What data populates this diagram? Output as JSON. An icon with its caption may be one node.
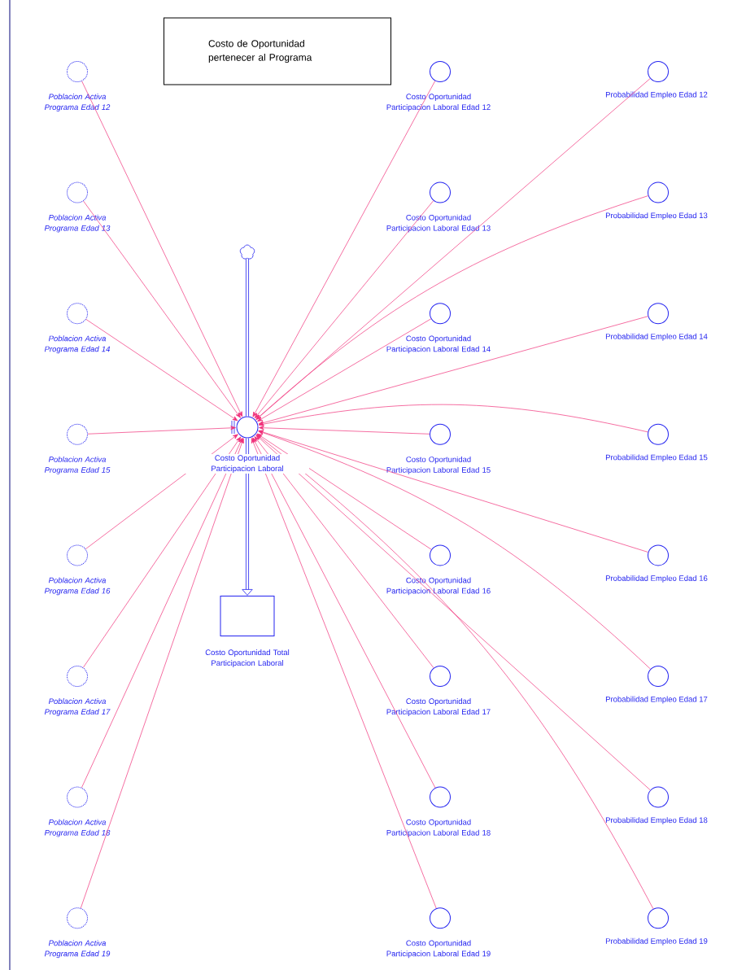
{
  "diagram": {
    "nodes": [
      {
        "text": [
          "Costo de Oportunidad pertenecer al Programa"
        ]
      },
      {
        "text": [],
        "shape": "cloud"
      },
      {
        "text": [
          "Costo Oportunidad Participacion Laboral"
        ]
      },
      {
        "text": [
          "Costo Oportunidad Total Participacion Laboral"
        ]
      },
      {
        "text": [
          "Poblacion Activa Programa Edad 12"
        ]
      },
      {
        "text": [
          "Poblacion Activa Programa Edad 13"
        ]
      },
      {
        "text": [
          "Poblacion Activa Programa Edad 14"
        ]
      },
      {
        "text": [
          "Poblacion Activa Programa Edad 15"
        ]
      },
      {
        "text": [
          "Poblacion Activa Programa Edad 16"
        ]
      },
      {
        "text": [
          "Poblacion Activa Programa Edad 17"
        ]
      },
      {
        "text": [
          "Poblacion Activa Programa Edad 18"
        ]
      },
      {
        "text": [
          "Poblacion Activa Programa Edad 19"
        ]
      },
      {
        "text": [
          "Costo Oportunidad Participacion Laboral Edad 12"
        ]
      },
      {
        "text": [
          "Costo Oportunidad Participacion Laboral Edad 13"
        ]
      },
      {
        "text": [
          "Costo Oportunidad Participacion Laboral Edad 14"
        ]
      },
      {
        "text": [
          "Costo Oportunidad Participacion Laboral Edad 15"
        ]
      },
      {
        "text": [
          "Costo Oportunidad Participacion Laboral Edad 16"
        ]
      },
      {
        "text": [
          "Costo Oportunidad Participacion Laboral Edad 17"
        ]
      },
      {
        "text": [
          "Costo Oportunidad Participacion Laboral Edad 18"
        ]
      },
      {
        "text": [
          "Costo Oportunidad Participacion Laboral Edad 19"
        ]
      },
      {
        "text": [
          "Probabilidad Empleo Edad 12"
        ]
      },
      {
        "text": [
          "Probabilidad Empleo Edad 13"
        ]
      },
      {
        "text": [
          "Probabilidad Empleo Edad 14"
        ]
      },
      {
        "text": [
          "Probabilidad Empleo Edad 15"
        ]
      },
      {
        "text": [
          "Probabilidad Empleo Edad 16"
        ]
      },
      {
        "text": [
          "Probabilidad Empleo Edad 17"
        ]
      },
      {
        "text": [
          "Probabilidad Empleo Edad 18"
        ]
      },
      {
        "text": [
          "Probabilidad Empleo Edad 19"
        ]
      }
    ],
    "edges": [
      {
        "from": 1,
        "to": 2,
        "arrow": "none",
        "style": "thick",
        "color": "#2424f0"
      },
      {
        "from": 2,
        "to": 3,
        "arrow": "to",
        "style": "thick",
        "color": "#2424f0"
      },
      {
        "from": 4,
        "to": 2,
        "arrow": "to"
      },
      {
        "from": 5,
        "to": 2,
        "arrow": "to"
      },
      {
        "from": 6,
        "to": 2,
        "arrow": "to"
      },
      {
        "from": 7,
        "to": 2,
        "arrow": "to"
      },
      {
        "from": 8,
        "to": 2,
        "arrow": "to"
      },
      {
        "from": 9,
        "to": 2,
        "arrow": "to"
      },
      {
        "from": 10,
        "to": 2,
        "arrow": "to"
      },
      {
        "from": 11,
        "to": 2,
        "arrow": "to"
      },
      {
        "from": 12,
        "to": 2,
        "arrow": "to"
      },
      {
        "from": 13,
        "to": 2,
        "arrow": "to"
      },
      {
        "from": 14,
        "to": 2,
        "arrow": "to"
      },
      {
        "from": 15,
        "to": 2,
        "arrow": "to"
      },
      {
        "from": 16,
        "to": 2,
        "arrow": "to"
      },
      {
        "from": 17,
        "to": 2,
        "arrow": "to"
      },
      {
        "from": 18,
        "to": 2,
        "arrow": "to"
      },
      {
        "from": 19,
        "to": 2,
        "arrow": "to"
      },
      {
        "from": 20,
        "to": 2,
        "arrow": "to"
      },
      {
        "from": 21,
        "to": 2,
        "arrow": "to"
      },
      {
        "from": 22,
        "to": 2,
        "arrow": "to"
      },
      {
        "from": 23,
        "to": 2,
        "arrow": "to"
      },
      {
        "from": 24,
        "to": 2,
        "arrow": "to"
      },
      {
        "from": 25,
        "to": 2,
        "arrow": "to"
      },
      {
        "from": 26,
        "to": 2,
        "arrow": "to"
      },
      {
        "from": 27,
        "to": 2,
        "arrow": "to"
      }
    ]
  }
}
